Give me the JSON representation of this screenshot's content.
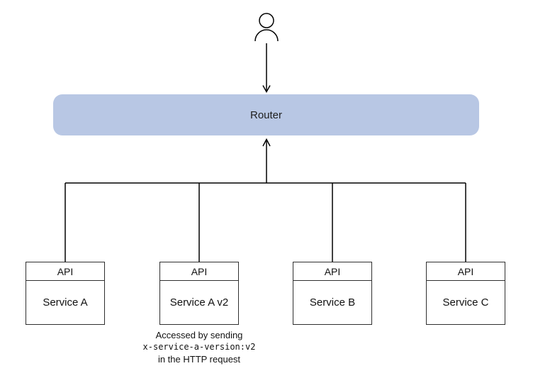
{
  "diagram": {
    "router": {
      "label": "Router"
    },
    "services": [
      {
        "header": "API",
        "label": "Service A"
      },
      {
        "header": "API",
        "label": "Service A v2"
      },
      {
        "header": "API",
        "label": "Service B"
      },
      {
        "header": "API",
        "label": "Service C"
      }
    ],
    "annotation": {
      "line1": "Accessed by sending",
      "line2": "x-service-a-version:v2",
      "line3": "in the HTTP request"
    },
    "icons": {
      "user": "person-icon"
    }
  },
  "colors": {
    "background": "#ffffff",
    "router_fill": "#b8c7e4",
    "router_text": "#1f1f1f",
    "box_border": "#2f2f2f",
    "line": "#000000"
  }
}
